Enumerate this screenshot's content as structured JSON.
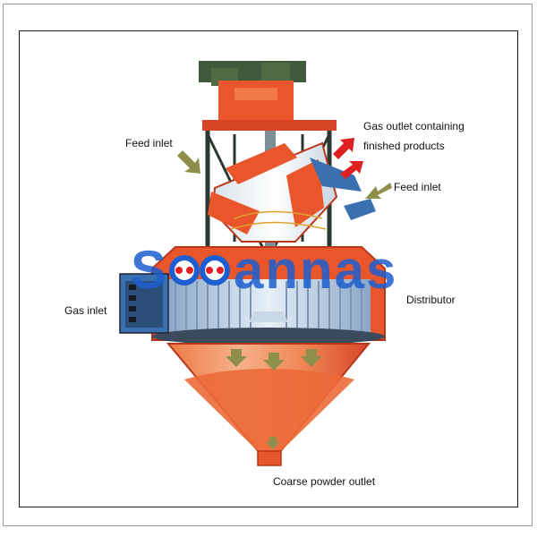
{
  "labels": {
    "feed_inlet_left": "Feed inlet",
    "gas_outlet_line1": "Gas outlet containing",
    "gas_outlet_line2": "finished products",
    "feed_inlet_right": "Feed inlet",
    "gas_inlet": "Gas inlet",
    "distributor": "Distributor",
    "coarse_powder_outlet": "Coarse powder outlet"
  },
  "watermark": {
    "text": "Sooannas"
  },
  "colors": {
    "body_orange": "#e9562b",
    "dark_orange": "#b8361a",
    "motor_green": "#3f5a3a",
    "frame_dark": "#2a3a30",
    "distributor_blue": "#b9cfe2",
    "arrow_olive": "#8e8f4a",
    "arrow_red": "#e02020",
    "watermark_blue": "#1d5fd0"
  }
}
